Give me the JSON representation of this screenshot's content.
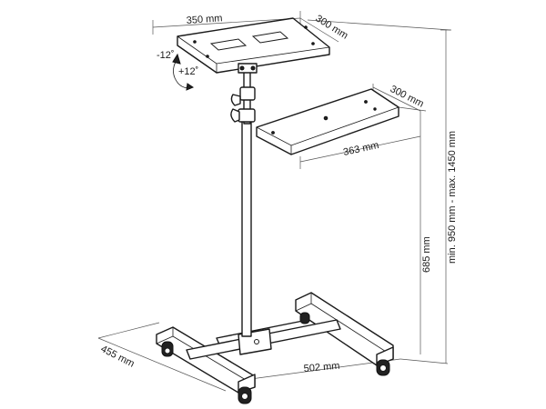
{
  "labels": {
    "top_tray_width": "350 mm",
    "top_tray_depth": "300 mm",
    "tilt_minus": "-12˚",
    "tilt_plus": "+12˚",
    "lower_tray_depth": "300 mm",
    "lower_tray_width": "363 mm",
    "lower_tray_height": "685 mm",
    "total_height": "min. 950 mm - max. 1450 mm",
    "base_depth": "455 mm",
    "base_width": "502 mm"
  },
  "colors": {
    "line": "#1a1a1a",
    "dimension_line": "#555555",
    "background": "#ffffff"
  }
}
